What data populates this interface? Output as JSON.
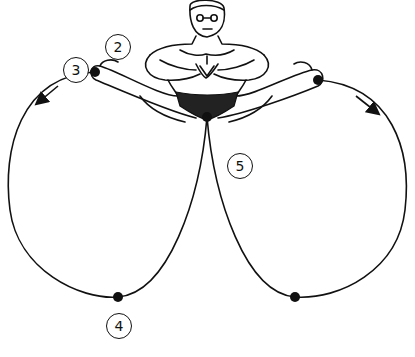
{
  "diagram": {
    "nodes": [
      {
        "text": [
          "2"
        ]
      },
      {
        "text": [
          "3"
        ]
      },
      {
        "text": [
          "5"
        ]
      },
      {
        "text": [
          "4"
        ]
      }
    ]
  }
}
